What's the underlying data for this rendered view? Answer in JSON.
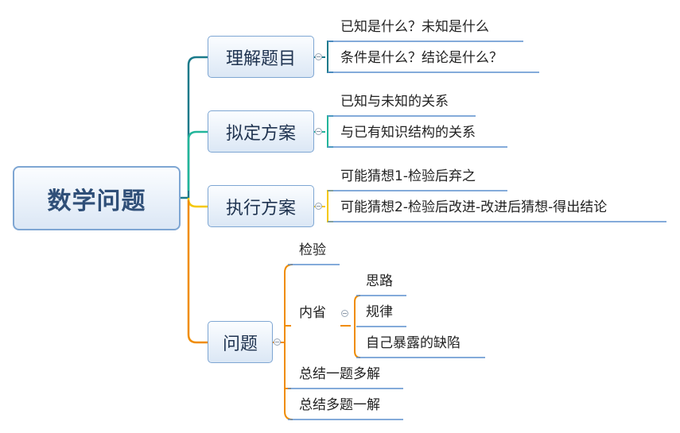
{
  "root": {
    "label": "数学问题"
  },
  "branches": [
    {
      "label": "理解题目",
      "color": "#1a7a8a",
      "leaves": [
        "已知是什么？未知是什么",
        "条件是什么？结论是什么？"
      ]
    },
    {
      "label": "拟定方案",
      "color": "#22b59a",
      "leaves": [
        "已知与未知的关系",
        "与已有知识结构的关系"
      ]
    },
    {
      "label": "执行方案",
      "color": "#f5c800",
      "leaves": [
        "可能猜想1-检验后弃之",
        "可能猜想2-检验后改进-改进后猜想-得出结论"
      ]
    },
    {
      "label": "问题",
      "color": "#f08c00",
      "leaves": [
        "检验",
        "内省",
        "总结一题多解",
        "总结多题一解"
      ],
      "sub": {
        "parent": "内省",
        "leaves": [
          "思路",
          "规律",
          "自己暴露的缺陷"
        ]
      }
    }
  ],
  "colors": {
    "node_border": "#7ea6d3",
    "node_fill": "#dbe7f5",
    "leaf_underline": "#5b8fce"
  }
}
